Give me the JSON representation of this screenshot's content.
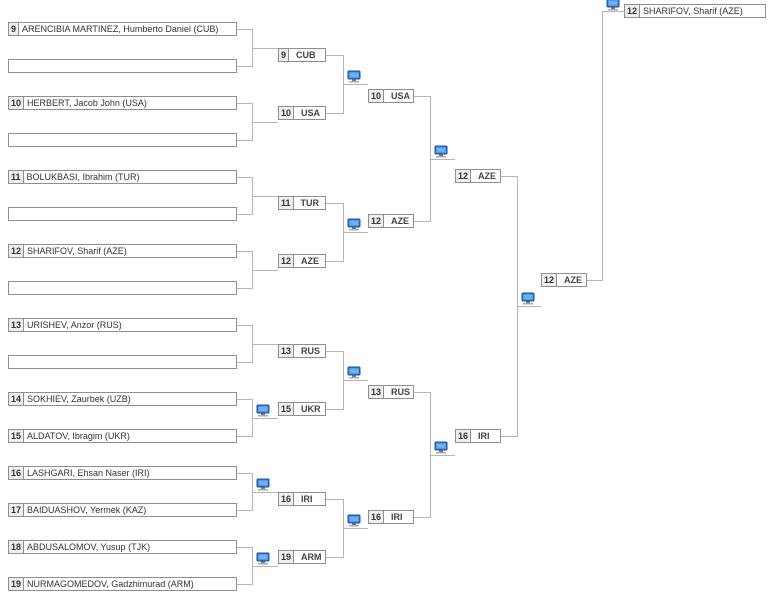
{
  "round1": [
    {
      "seed": "9",
      "name": "ARENCIBIA MARTINEZ, Humberto Daniel (CUB)"
    },
    {
      "seed": "",
      "name": ""
    },
    {
      "seed": "10",
      "name": "HERBERT, Jacob John (USA)"
    },
    {
      "seed": "",
      "name": ""
    },
    {
      "seed": "11",
      "name": "BOLUKBASI, Ibrahim (TUR)"
    },
    {
      "seed": "",
      "name": ""
    },
    {
      "seed": "12",
      "name": "SHARIFOV, Sharif (AZE)"
    },
    {
      "seed": "",
      "name": ""
    },
    {
      "seed": "13",
      "name": "URISHEV, Anzor (RUS)"
    },
    {
      "seed": "",
      "name": ""
    },
    {
      "seed": "14",
      "name": "SOKHIEV, Zaurbek (UZB)"
    },
    {
      "seed": "15",
      "name": "ALDATOV, Ibragim (UKR)"
    },
    {
      "seed": "16",
      "name": "LASHGARI, Ehsan Naser (IRI)"
    },
    {
      "seed": "17",
      "name": "BAIDUASHOV, Yermek (KAZ)"
    },
    {
      "seed": "18",
      "name": "ABDUSALOMOV, Yusup (TJK)"
    },
    {
      "seed": "19",
      "name": "NURMAGOMEDOV, Gadzhimurad (ARM)"
    }
  ],
  "round2": [
    {
      "seed": "9",
      "name": "CUB"
    },
    {
      "seed": "10",
      "name": "USA"
    },
    {
      "seed": "11",
      "name": "TUR"
    },
    {
      "seed": "12",
      "name": "AZE"
    },
    {
      "seed": "13",
      "name": "RUS"
    },
    {
      "seed": "15",
      "name": "UKR"
    },
    {
      "seed": "16",
      "name": "IRI"
    },
    {
      "seed": "19",
      "name": "ARM"
    }
  ],
  "round3": [
    {
      "seed": "10",
      "name": "USA"
    },
    {
      "seed": "12",
      "name": "AZE"
    },
    {
      "seed": "13",
      "name": "RUS"
    },
    {
      "seed": "16",
      "name": "IRI"
    }
  ],
  "round4": [
    {
      "seed": "12",
      "name": "AZE"
    },
    {
      "seed": "16",
      "name": "IRI"
    }
  ],
  "round5": [
    {
      "seed": "12",
      "name": "AZE"
    }
  ],
  "champion": {
    "seed": "12",
    "name": "SHARIFOV, Sharif (AZE)"
  },
  "icons": {
    "match_video": "monitor-icon"
  }
}
